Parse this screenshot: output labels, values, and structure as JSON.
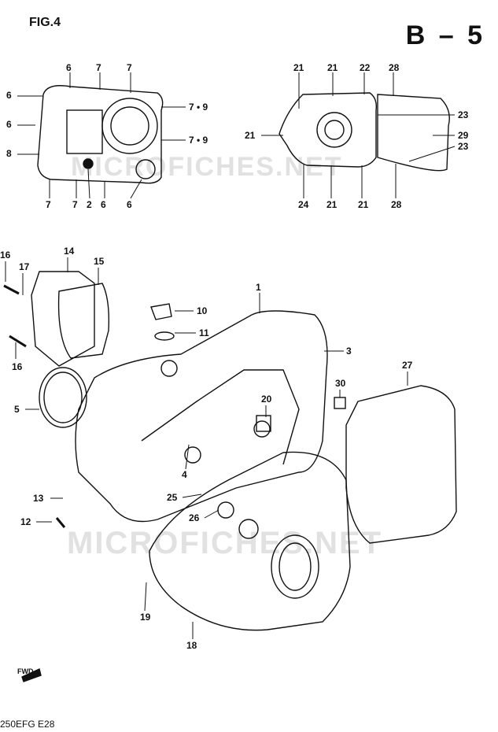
{
  "figure_label": "FIG.4",
  "section_label": "B – 5",
  "footer_model": "250EFG  E28",
  "fwd_label": "FWD",
  "watermark": "MICROFICHES.NET",
  "callouts": {
    "top_left": [
      "6",
      "7",
      "7",
      "6",
      "6",
      "8",
      "7",
      "7",
      "2",
      "6",
      "6",
      "7 • 9",
      "7 • 9"
    ],
    "top_right": [
      "21",
      "21",
      "22",
      "28",
      "21",
      "23",
      "29",
      "23",
      "24",
      "21",
      "21",
      "28"
    ],
    "main": [
      "16",
      "17",
      "14",
      "15",
      "16",
      "5",
      "10",
      "11",
      "1",
      "3",
      "27",
      "30",
      "20",
      "4",
      "13",
      "12",
      "25",
      "26",
      "19",
      "18"
    ]
  }
}
